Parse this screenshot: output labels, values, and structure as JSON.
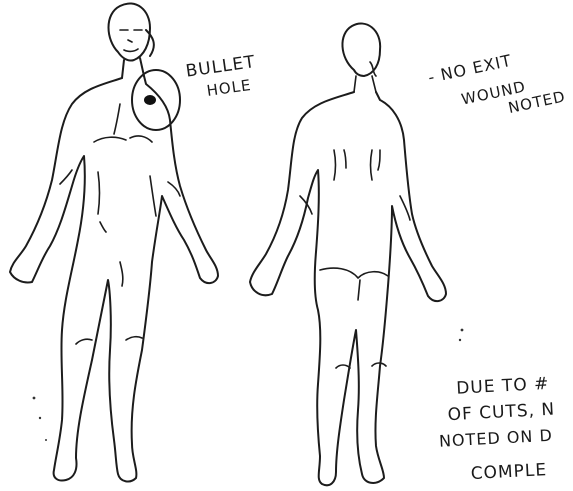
{
  "front_annotation": {
    "line1": "BULLET",
    "line2": "HOLE"
  },
  "back_annotation": {
    "line1": "- NO EXIT",
    "line2": "WOUND",
    "line3": "NOTED"
  },
  "bottom_note": {
    "line1": "DUE TO #",
    "line2": "OF CUTS, N",
    "line3": "NOTED ON D",
    "line4": "COMPLE"
  },
  "colors": {
    "ink": "#1c1c1c",
    "background": "#ffffff"
  }
}
